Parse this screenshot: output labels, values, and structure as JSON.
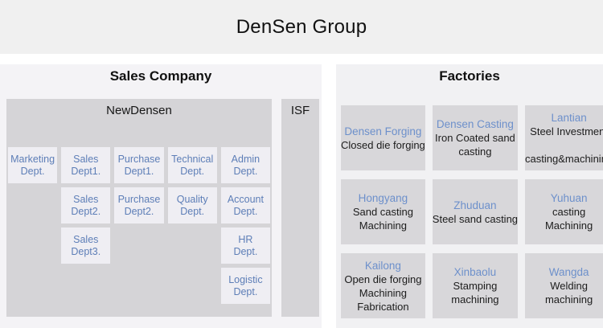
{
  "title": "DenSen Group",
  "colors": {
    "title_band_bg": "#f0f0f0",
    "panel_bg": "#f4f3f6",
    "group_box_bg": "#d5d4d7",
    "dept_box_bg": "#efeef3",
    "factory_box_bg": "#d8d7da",
    "dept_text_blue": "#5d7eb7",
    "factory_name_blue": "#6d90cb"
  },
  "sales_company": {
    "header": "Sales Company",
    "newdensen": {
      "label": "NewDensen",
      "departments": [
        {
          "line1": "Marketing",
          "line2": "Dept."
        },
        {
          "line1": "Sales",
          "line2": "Dept1."
        },
        {
          "line1": "Purchase",
          "line2": "Dept1."
        },
        {
          "line1": "Technical",
          "line2": "Dept."
        },
        {
          "line1": "Admin",
          "line2": "Dept."
        },
        {
          "line1": "Sales",
          "line2": "Dept2."
        },
        {
          "line1": "Purchase",
          "line2": "Dept2."
        },
        {
          "line1": "Quality",
          "line2": "Dept."
        },
        {
          "line1": "Account",
          "line2": "Dept."
        },
        {
          "line1": "Sales",
          "line2": "Dept3."
        },
        {
          "line1": "HR",
          "line2": "Dept."
        },
        {
          "line1": "Logistic",
          "line2": "Dept."
        }
      ]
    },
    "isf": {
      "label": "ISF"
    }
  },
  "factories": {
    "header": "Factories",
    "boxes": [
      {
        "name": "Densen Forging",
        "lines": [
          "Closed die forging"
        ]
      },
      {
        "name": "Densen Casting",
        "lines": [
          "Iron Coated sand",
          "casting"
        ]
      },
      {
        "name": "Lantian",
        "lines": [
          "Steel Investment",
          "",
          "casting&machining"
        ]
      },
      {
        "name": "Hongyang",
        "lines": [
          "Sand casting",
          "Machining"
        ]
      },
      {
        "name": "Zhuduan",
        "lines": [
          "Steel sand casting"
        ]
      },
      {
        "name": "Yuhuan",
        "lines": [
          "casting",
          "Machining"
        ]
      },
      {
        "name": "Kailong",
        "lines": [
          "Open die forging",
          "Machining",
          "Fabrication"
        ]
      },
      {
        "name": "Xinbaolu",
        "lines": [
          "Stamping",
          "machining"
        ]
      },
      {
        "name": "Wangda",
        "lines": [
          "Welding",
          "machining"
        ]
      }
    ]
  }
}
